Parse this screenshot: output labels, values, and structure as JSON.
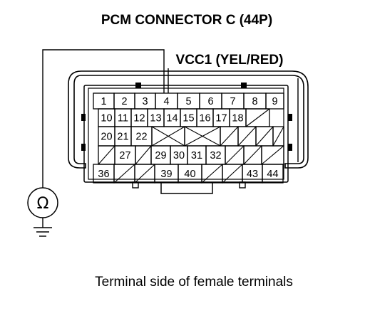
{
  "title": "PCM CONNECTOR C (44P)",
  "wire_label": "VCC1 (YEL/RED)",
  "caption": "Terminal side of female terminals",
  "meter_symbol": "Ω",
  "meter_icon": "ohmmeter-icon",
  "ground_icon": "ground-icon",
  "probe_terminal": "4",
  "rows": [
    [
      "1",
      "2",
      "3",
      "4",
      "5",
      "6",
      "7",
      "8",
      "9"
    ],
    [
      "10",
      "11",
      "12",
      "13",
      "14",
      "15",
      "16",
      "17",
      "18",
      ""
    ],
    [
      "20",
      "21",
      "22",
      "",
      "",
      "",
      "",
      "",
      ""
    ],
    [
      "",
      "27",
      "",
      "29",
      "30",
      "31",
      "32",
      "",
      "",
      ""
    ],
    [
      "36",
      "",
      "",
      "39",
      "40",
      "",
      "",
      "43",
      "44"
    ]
  ]
}
